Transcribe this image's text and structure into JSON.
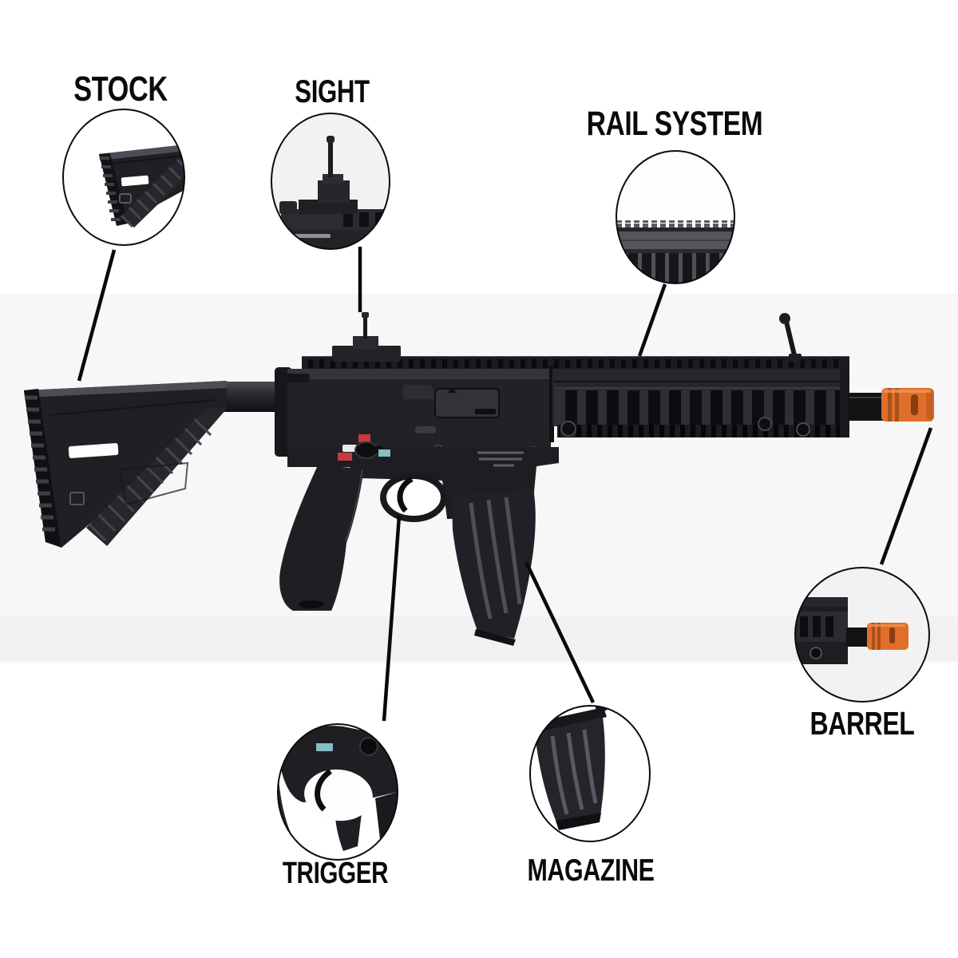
{
  "diagram": {
    "type": "labeled-parts-diagram",
    "subject_visible_text_only": true,
    "parts": [
      {
        "id": "stock",
        "label": "STOCK"
      },
      {
        "id": "sight",
        "label": "SIGHT"
      },
      {
        "id": "rail-system",
        "label": "RAIL SYSTEM"
      },
      {
        "id": "barrel",
        "label": "BARREL"
      },
      {
        "id": "trigger",
        "label": "TRIGGER"
      },
      {
        "id": "magazine",
        "label": "MAGAZINE"
      }
    ],
    "colors": {
      "background": "#ffffff",
      "photo_background": "#f8f7f7",
      "photo_band": "#f2f0f0",
      "label_text": "#0a0a0a",
      "callout_line": "#0a0a0a",
      "callout_circle_stroke": "#0c0c0c",
      "gun_black": "#1d1d22",
      "gun_gray": "#55555c",
      "muzzle_orange": "#e06f2c",
      "selector_red": "#c63a41",
      "selector_white": "#e9e9ea",
      "selector_cyan": "#86bcc2"
    }
  }
}
